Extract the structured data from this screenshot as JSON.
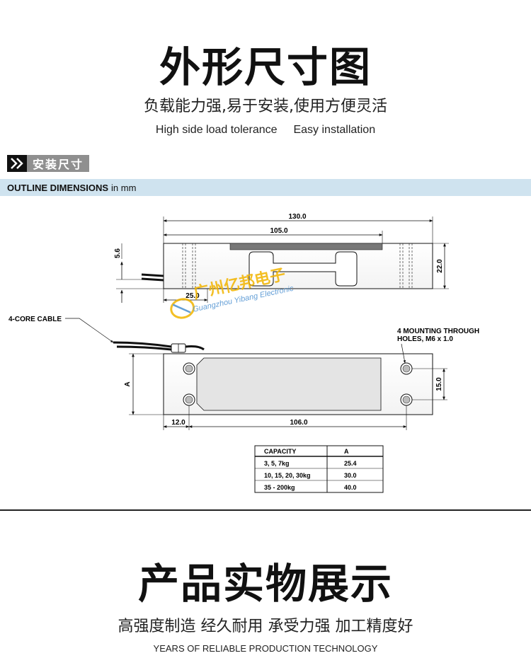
{
  "header": {
    "title": "外形尺寸图",
    "subtitle_cn": "负载能力强,易于安装,使用方便灵活",
    "subtitle_en_1": "High side load tolerance",
    "subtitle_en_2": "Easy installation"
  },
  "section": {
    "label": "安装尺寸",
    "outline_title": "OUTLINE DIMENSIONS",
    "outline_unit": "in mm"
  },
  "diagram": {
    "dim_130": "130.0",
    "dim_105": "105.0",
    "dim_5_6": "5.6",
    "dim_22": "22.0",
    "dim_25": "25.0",
    "cable_label": "4-CORE CABLE",
    "holes_label_1": "4 MOUNTING THROUGH",
    "holes_label_2": "HOLES, M6 x 1.0",
    "dim_a": "A",
    "dim_15": "15.0",
    "dim_12": "12.0",
    "dim_106": "106.0",
    "watermark_cn": "广州亿邦电子",
    "watermark_en": "Guangzhou Yibang Electronic"
  },
  "capacity_table": {
    "headers": [
      "CAPACITY",
      "A"
    ],
    "rows": [
      [
        "3, 5, 7kg",
        "25.4"
      ],
      [
        "10, 15, 20, 30kg",
        "30.0"
      ],
      [
        "35 - 200kg",
        "40.0"
      ]
    ]
  },
  "footer": {
    "title": "产品实物展示",
    "subtitle_cn": "高强度制造 经久耐用 承受力强 加工精度好",
    "subtitle_en": "YEARS OF RELIABLE PRODUCTION TECHNOLOGY"
  },
  "colors": {
    "outline_bar": "#cfe3ef",
    "section_label_bg": "#8f8f8f",
    "watermark": "#f2b400",
    "watermark_en": "#4a8fd0"
  }
}
